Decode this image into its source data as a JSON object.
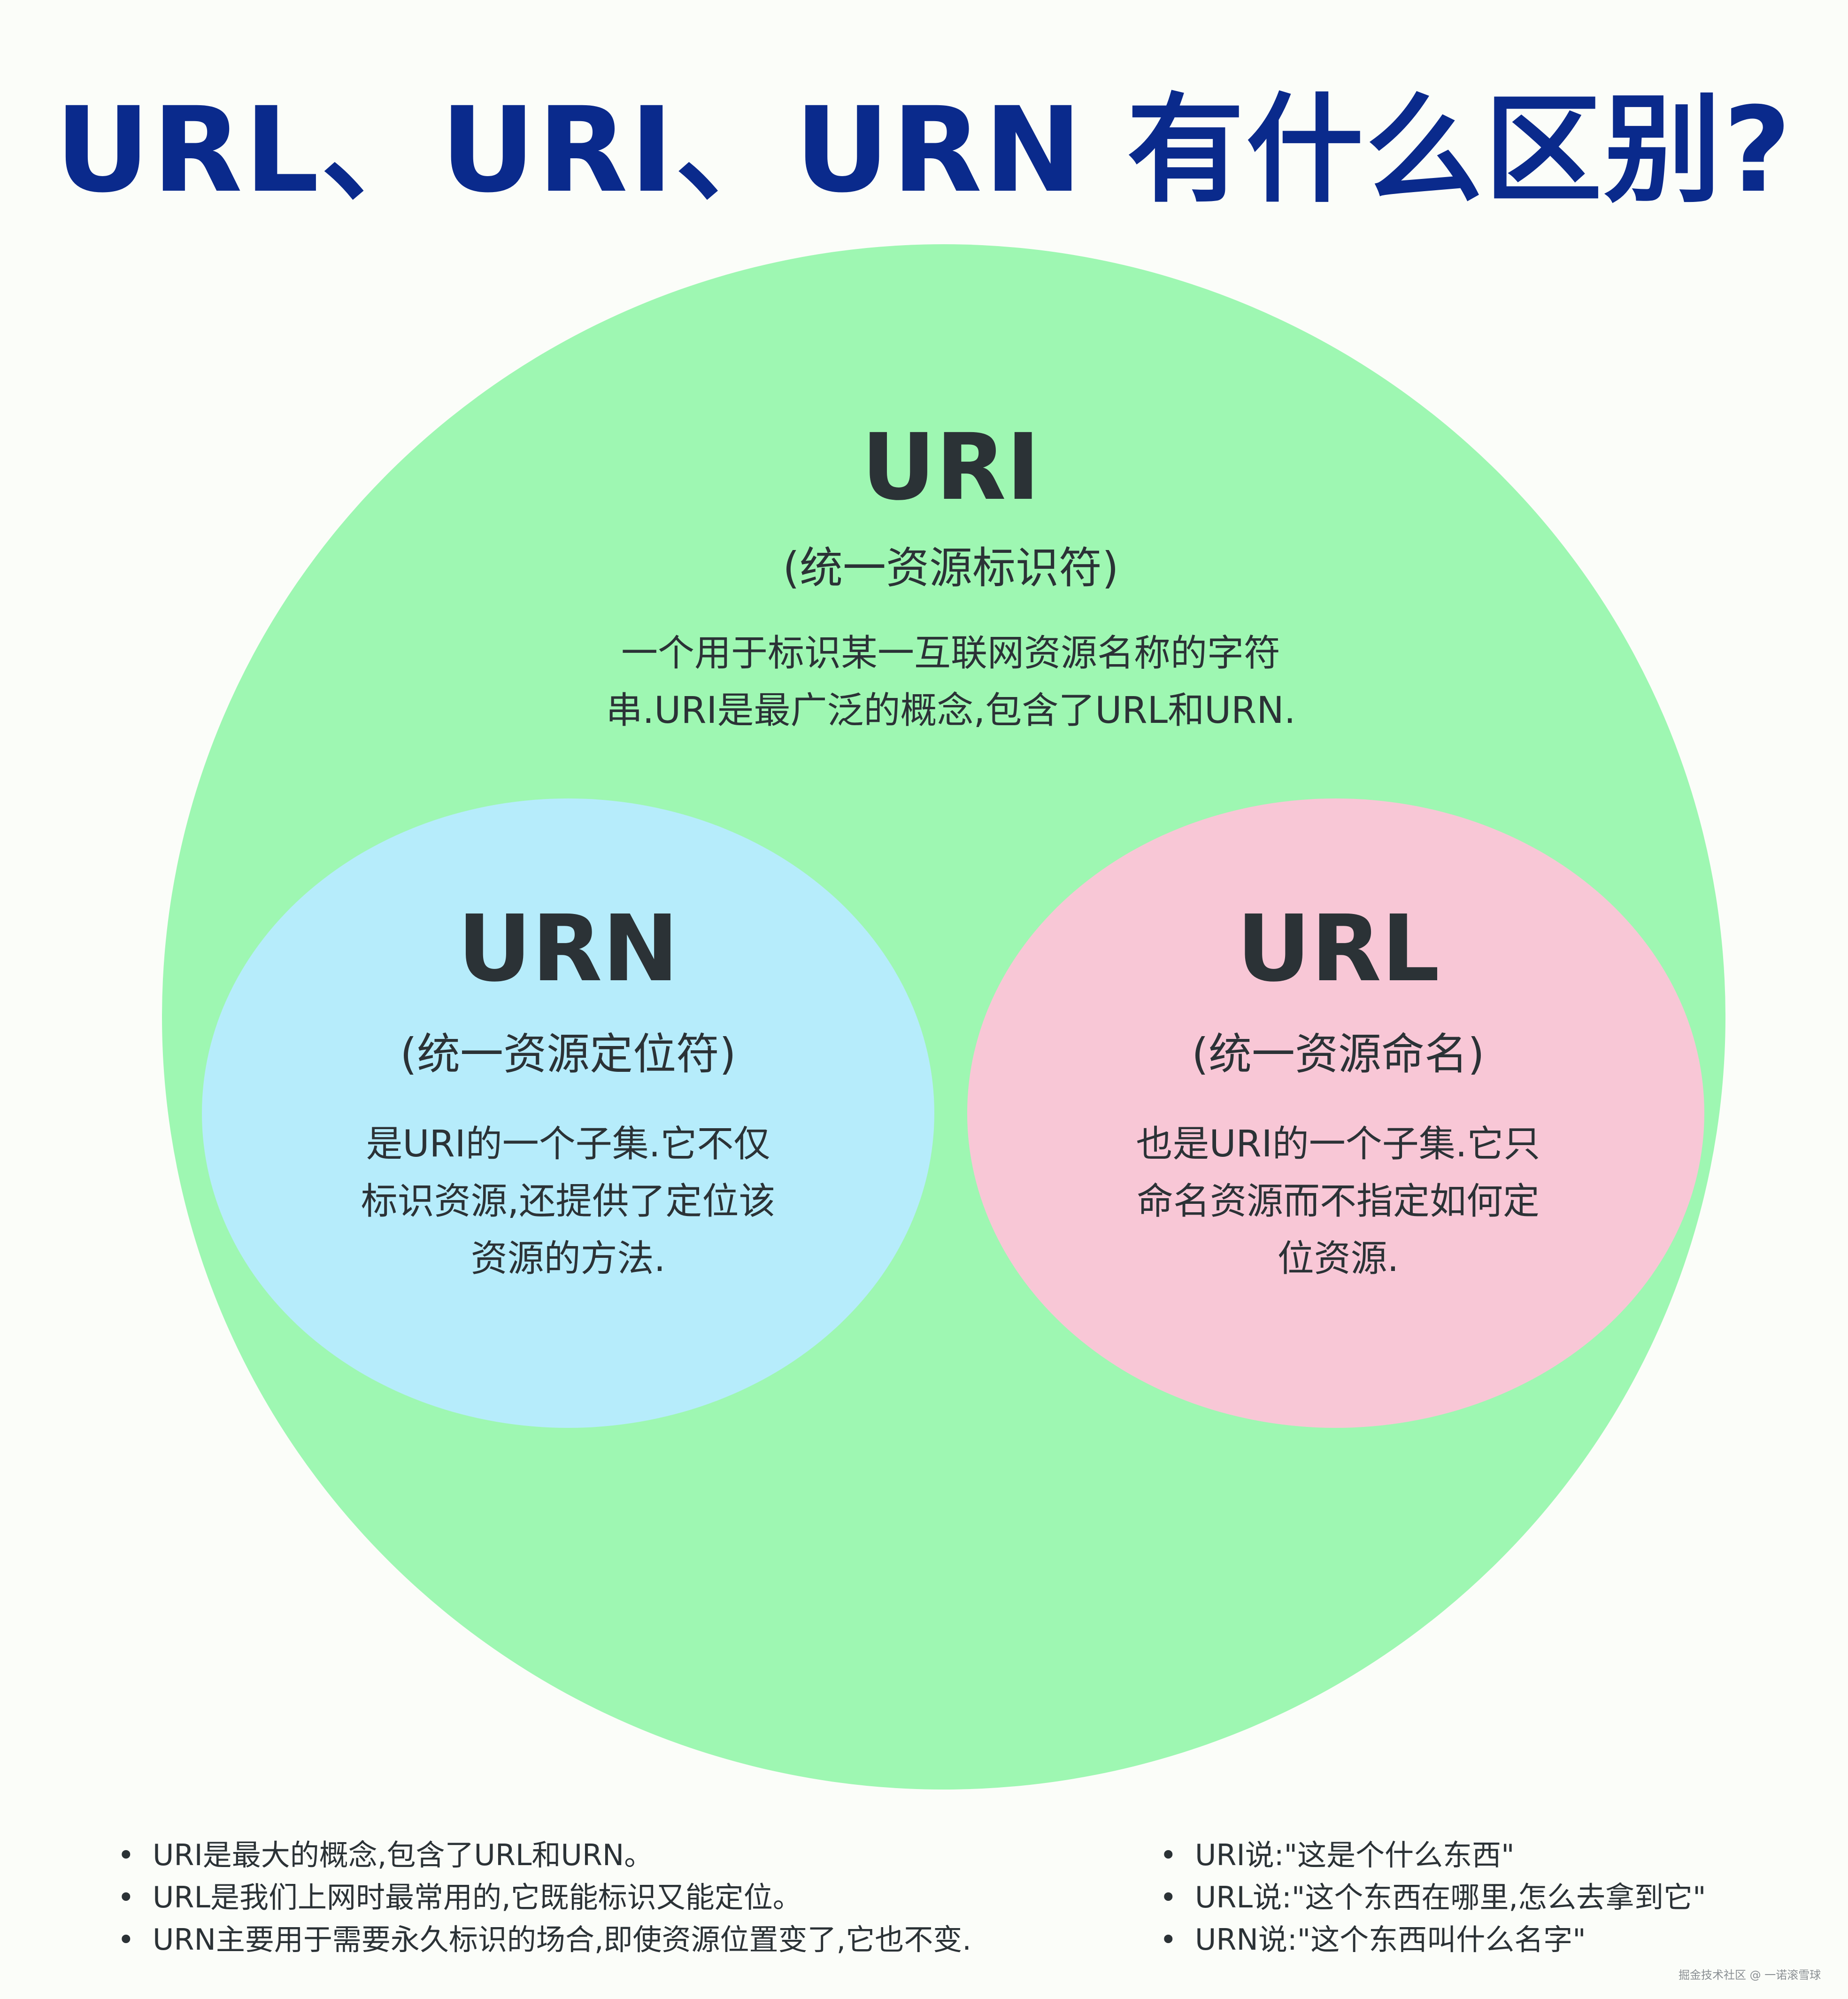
{
  "title": "URL、URI、URN  有什么区别?",
  "uri": {
    "name": "URI",
    "subtitle": "(统一资源标识符)",
    "desc_line1": "一个用于标识某一互联网资源名称的字符",
    "desc_line2": "串.URI是最广泛的概念,包含了URL和URN."
  },
  "urn": {
    "name": "URN",
    "subtitle": "(统一资源定位符)",
    "desc_line1": "是URI的一个子集.它不仅",
    "desc_line2": "标识资源,还提供了定位该",
    "desc_line3": "资源的方法."
  },
  "url": {
    "name": "URL",
    "subtitle": "(统一资源命名)",
    "desc_line1": "也是URI的一个子集.它只",
    "desc_line2": "命名资源而不指定如何定",
    "desc_line3": "位资源."
  },
  "notes_left": [
    "URI是最大的概念,包含了URL和URN。",
    "URL是我们上网时最常用的,它既能标识又能定位。",
    "URN主要用于需要永久标识的场合,即使资源位置变了,它也不变."
  ],
  "notes_right": [
    "URI说:\"这是个什么东西\"",
    "URL说:\"这个东西在哪里,怎么去拿到它\"",
    "URN说:\"这个东西叫什么名字\""
  ],
  "bullet": "•",
  "watermark": "掘金技术社区 @ 一诺滚雪球",
  "colors": {
    "title": "#0a2a8c",
    "uri_circle": "#9ef7b2",
    "urn_circle": "#b6ecfb",
    "url_circle": "#f8c7d6",
    "text": "#2b3236"
  }
}
